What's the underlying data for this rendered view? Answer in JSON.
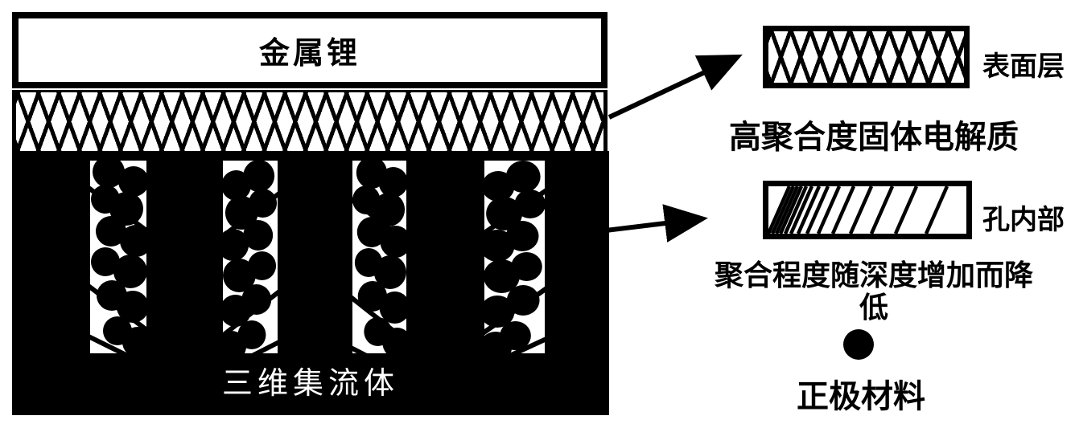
{
  "figure": {
    "type": "patent-schematic",
    "description_semantic": "layered lithium battery electrode structure with legend",
    "colors": {
      "ink": "#000000",
      "background": "#ffffff"
    }
  },
  "diagram": {
    "lithium_layer_label": "金属锂",
    "collector_label": "三维集流体",
    "channel_count": 4
  },
  "legend": {
    "surface_layer_label": "表面层",
    "electrolyte_caption": "高聚合度固体电解质",
    "pore_label": "孔内部",
    "pore_caption": "聚合程度随深度增加而降低",
    "cathode_label": "正极材料"
  },
  "icons": {
    "arrow_top": "arrow pointing from electrolyte layer to surface-layer legend swatch",
    "arrow_bottom": "arrow pointing from porous collector to pore-interior legend swatch",
    "cathode_dot": "filled black circle marker"
  }
}
